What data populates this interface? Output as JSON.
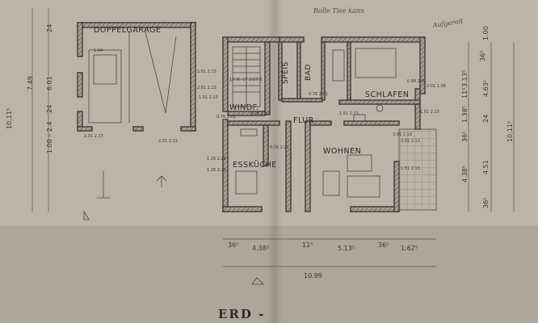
{
  "rooms": {
    "doppelgarage": "DOPPELGARAGE",
    "speis": "SPEIS",
    "bad": "BAD",
    "schlafen": "SCHLAFEN",
    "windf": "WINDF.",
    "flur": "FLUR",
    "esskueche": "ESSKÜCHE",
    "wohnen": "WOHNEN"
  },
  "title": "ERD -",
  "handwriting": {
    "top_note": "Rolle  Tiee kann",
    "right_note": "Aufgerolt"
  },
  "dimensions": {
    "left_10115": "10,11⁵",
    "left_24": "24",
    "left_740": "7.49",
    "left_601": "6.01",
    "left_24b": "24",
    "left_1002": "1.00 – 2.4",
    "right_100": "1.00",
    "right_365a": "36⁵",
    "right_3135": "3.13⁵",
    "right_115": "11⁵",
    "right_4635": "4.63⁵",
    "right_1385": "1.38⁵",
    "right_24": "24",
    "right_365b": "36⁵",
    "right_4385": "4.38⁵",
    "right_451": "4.51",
    "right_365c": "36⁵",
    "right_10115": "10,11⁵",
    "bottom_365a": "36⁵",
    "bottom_4385": "4.38⁵",
    "bottom_115": "11⁵",
    "bottom_5135": "5.13⁵",
    "bottom_365b": "36⁵",
    "bottom_1625": "1.62⁵",
    "bottom_1099": "10.99"
  },
  "window_marks": {
    "w1": "1.51\n2.13",
    "w2": "2.51\n2.13",
    "w3": "1.51\n2.13",
    "w4": "3.01\n2.13",
    "w5": "1.51\n2.13",
    "w6": "1.26\n2.26"
  },
  "window_labels": {
    "garage_window_top": "1.94",
    "garage_side_win": "1.01\n2.13",
    "garage_side_win2": "2.51\n2.13",
    "windf_win": "1.51\n2.13",
    "windf_win2": "0.76\n2.01",
    "flur_door": "0.76\n2.01",
    "bad_win": "0.76\n2.01",
    "schlafen_win": "2.01\n1.38",
    "schlafen_win2": "0.88\n2.01",
    "kueche_win": "1.26\n2.26",
    "kueche_side": "0.76\n2.01",
    "wohnen_win": "3.01\n2.13",
    "wohnen_win2": "1.51\n2.13",
    "stair_note": "16 St. 17.2/27.8"
  },
  "colors": {
    "paper": "#b9b2a4",
    "ink": "#3e3a35"
  }
}
